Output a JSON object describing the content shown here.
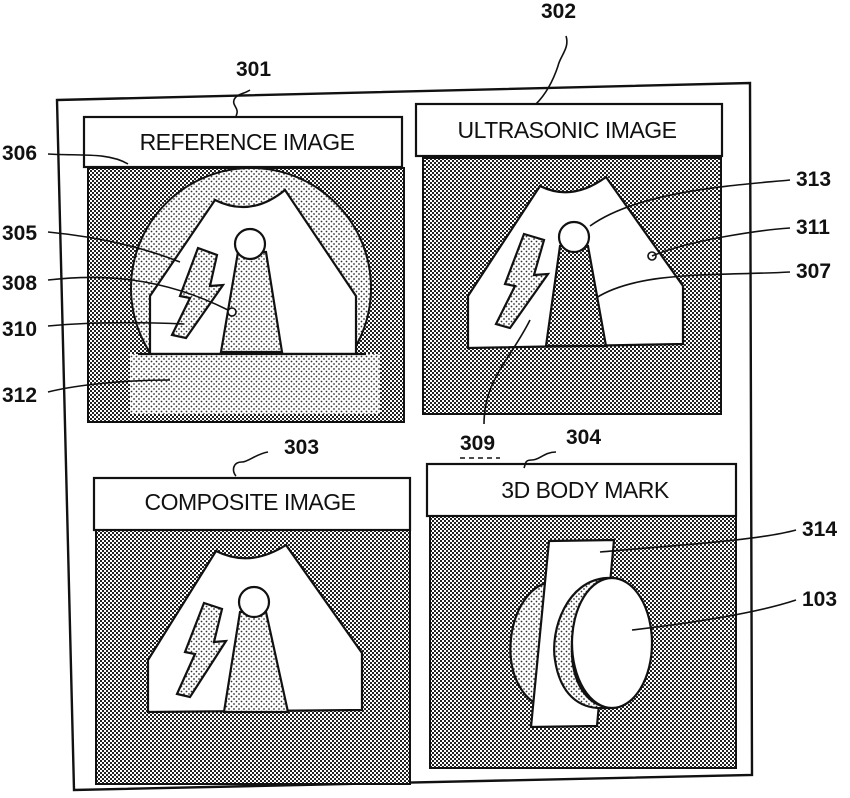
{
  "panels": {
    "reference": {
      "title": "REFERENCE IMAGE",
      "ref": "301"
    },
    "ultrasonic": {
      "title": "ULTRASONIC IMAGE",
      "ref": "302"
    },
    "composite": {
      "title": "COMPOSITE IMAGE",
      "ref": "303"
    },
    "body_mark": {
      "title": "3D BODY MARK",
      "ref": "304"
    }
  },
  "callouts": {
    "c305": "305",
    "c306": "306",
    "c307": "307",
    "c308": "308",
    "c309": "309",
    "c310": "310",
    "c311": "311",
    "c312": "312",
    "c313": "313",
    "c314": "314",
    "c103": "103"
  }
}
